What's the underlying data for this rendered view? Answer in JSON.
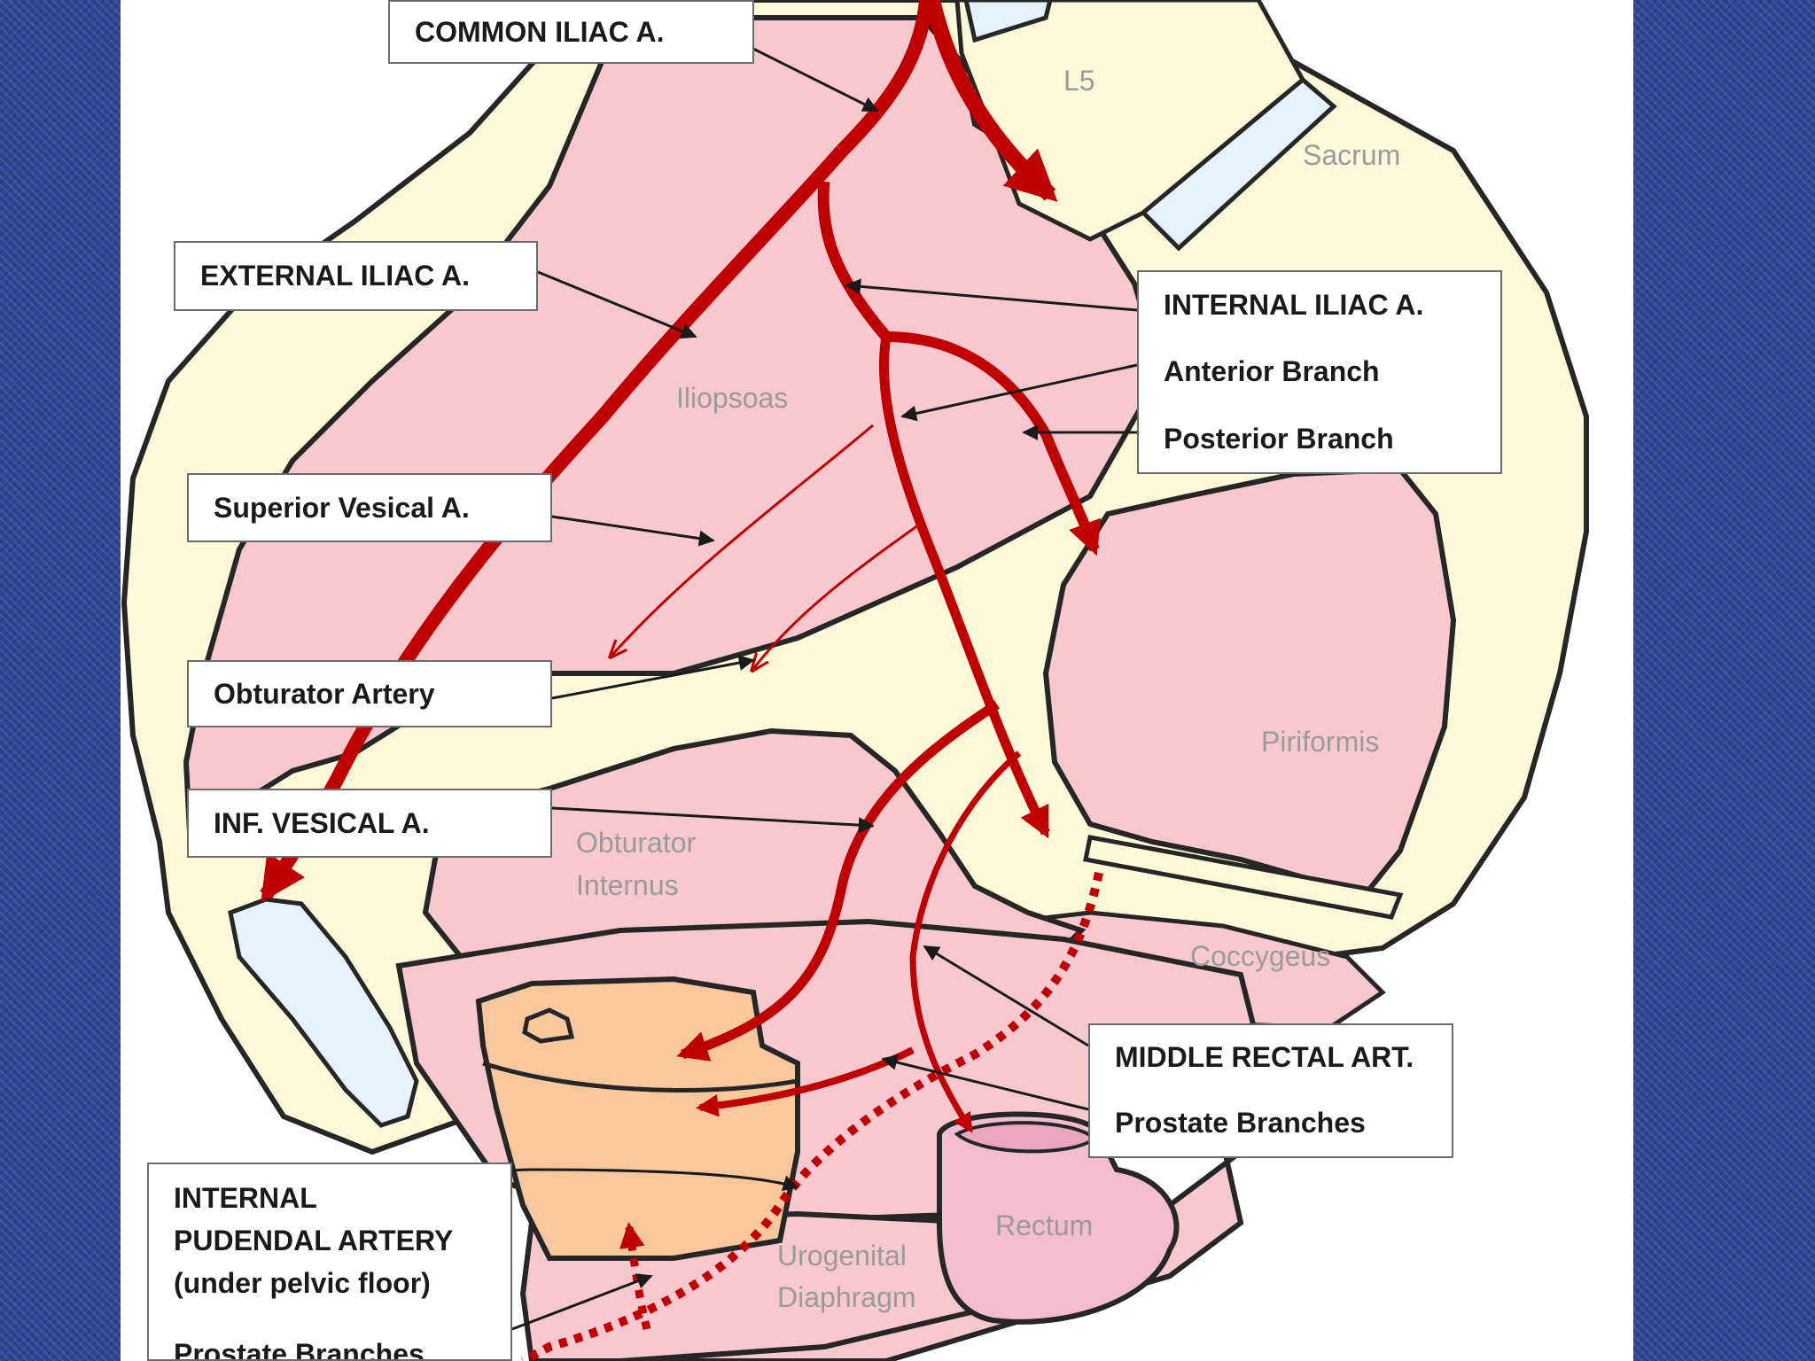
{
  "labels": {
    "common_iliac": "COMMON ILIAC A.",
    "external_iliac": "EXTERNAL ILIAC A.",
    "internal_iliac": "INTERNAL ILIAC A.",
    "anterior_branch": "Anterior Branch",
    "posterior_branch": "Posterior Branch",
    "superior_vesical": "Superior Vesical A.",
    "obturator_artery": "Obturator Artery",
    "inf_vesical": "INF. VESICAL A.",
    "middle_rectal": "MIDDLE RECTAL ART.",
    "prostate_branches_right": "Prostate Branches",
    "internal_pudendal_line1": "INTERNAL",
    "internal_pudendal_line2": "PUDENDAL ARTERY",
    "internal_pudendal_line3": "(under pelvic floor)",
    "prostate_branches_bottom": "Prostate Branches"
  },
  "regions": {
    "l5": "L5",
    "sacrum": "Sacrum",
    "iliopsoas": "Iliopsoas",
    "piriformis": "Piriformis",
    "obturator_internus_1": "Obturator",
    "obturator_internus_2": "Internus",
    "coccygeus": "Coccygeus",
    "rectum": "Rectum",
    "urogenital_1": "Urogenital",
    "urogenital_2": "Diaphragm"
  },
  "colors": {
    "artery": "#c00000",
    "muscle_pink": "#f8c8cf",
    "bone": "#fcf9d9",
    "prostate": "#f7c79d",
    "rectum": "#f4bcd0",
    "cartilage": "#e6f2fb",
    "outline": "#262626",
    "background_blue": "#2f4596"
  }
}
